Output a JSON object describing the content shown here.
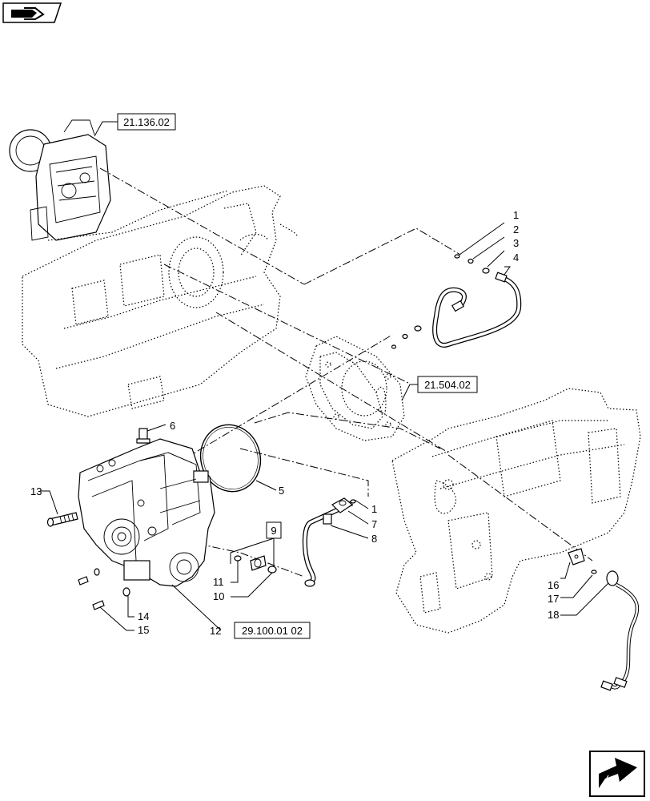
{
  "references": {
    "hydraulic_valve": "21.136.02",
    "transmission": "21.504.02",
    "pump_ref": "29.100.01 02"
  },
  "kit_number": "9",
  "callouts": [
    "1",
    "2",
    "3",
    "4",
    "5",
    "6",
    "1",
    "7",
    "8",
    "13",
    "11",
    "10",
    "12",
    "14",
    "15",
    "16",
    "17",
    "18"
  ],
  "icons": {
    "top_left": "manual-navigation-icon",
    "bottom_right": "next-page-arrow-icon"
  }
}
